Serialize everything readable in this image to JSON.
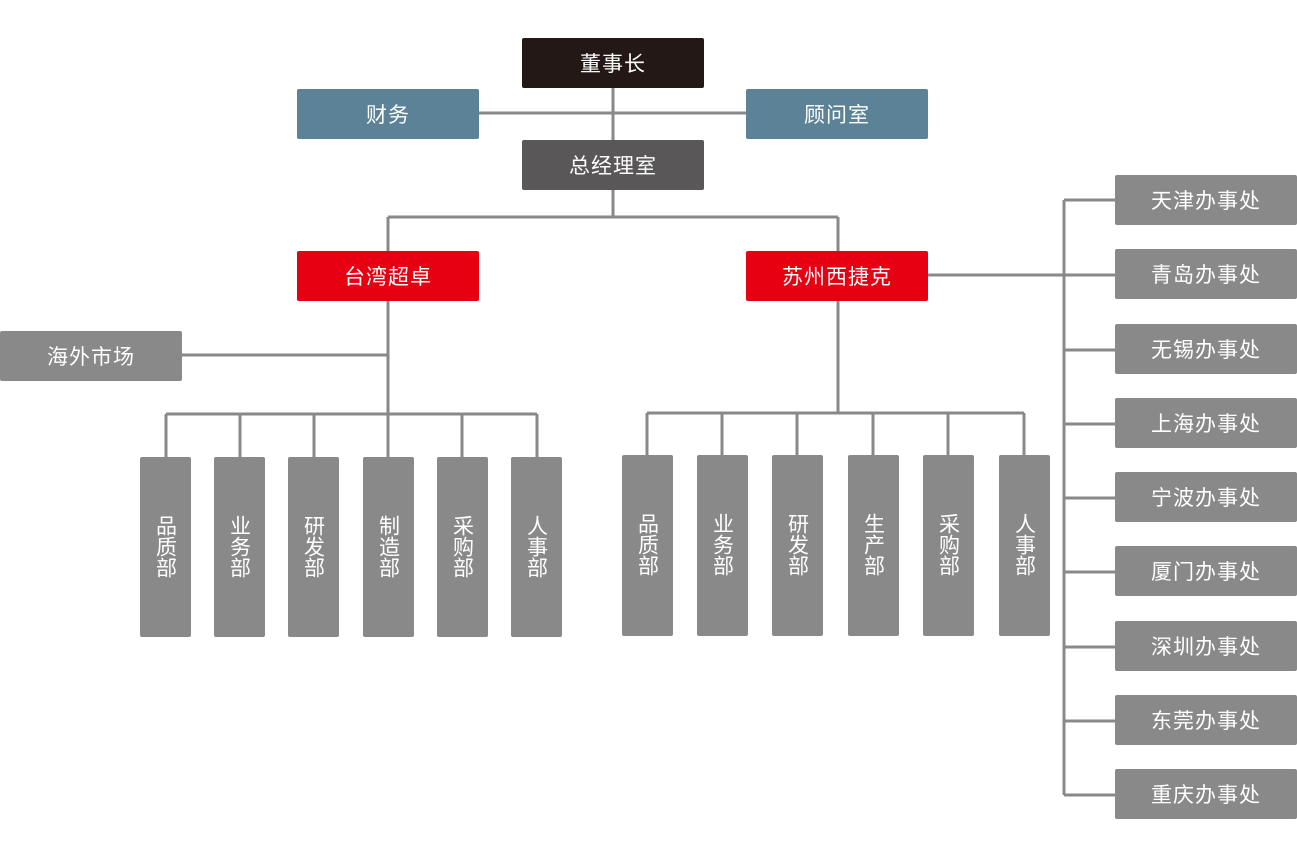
{
  "chairman": "董事长",
  "finance": "财务",
  "advisor": "顾问室",
  "gm_office": "总经理室",
  "taiwan": {
    "name": "台湾超卓",
    "overseas": "海外市场",
    "departments": [
      "品质部",
      "业务部",
      "研发部",
      "制造部",
      "采购部",
      "人事部"
    ]
  },
  "suzhou": {
    "name": "苏州西捷克",
    "departments": [
      "品质部",
      "业务部",
      "研发部",
      "生产部",
      "采购部",
      "人事部"
    ],
    "offices": [
      "天津办事处",
      "青岛办事处",
      "无锡办事处",
      "上海办事处",
      "宁波办事处",
      "厦门办事处",
      "深圳办事处",
      "东莞办事处",
      "重庆办事处"
    ]
  },
  "colors": {
    "chairman": "#231815",
    "staff": "#5b8296",
    "gm": "#595757",
    "company": "#e60012",
    "unit": "#898989",
    "line": "#898989"
  }
}
